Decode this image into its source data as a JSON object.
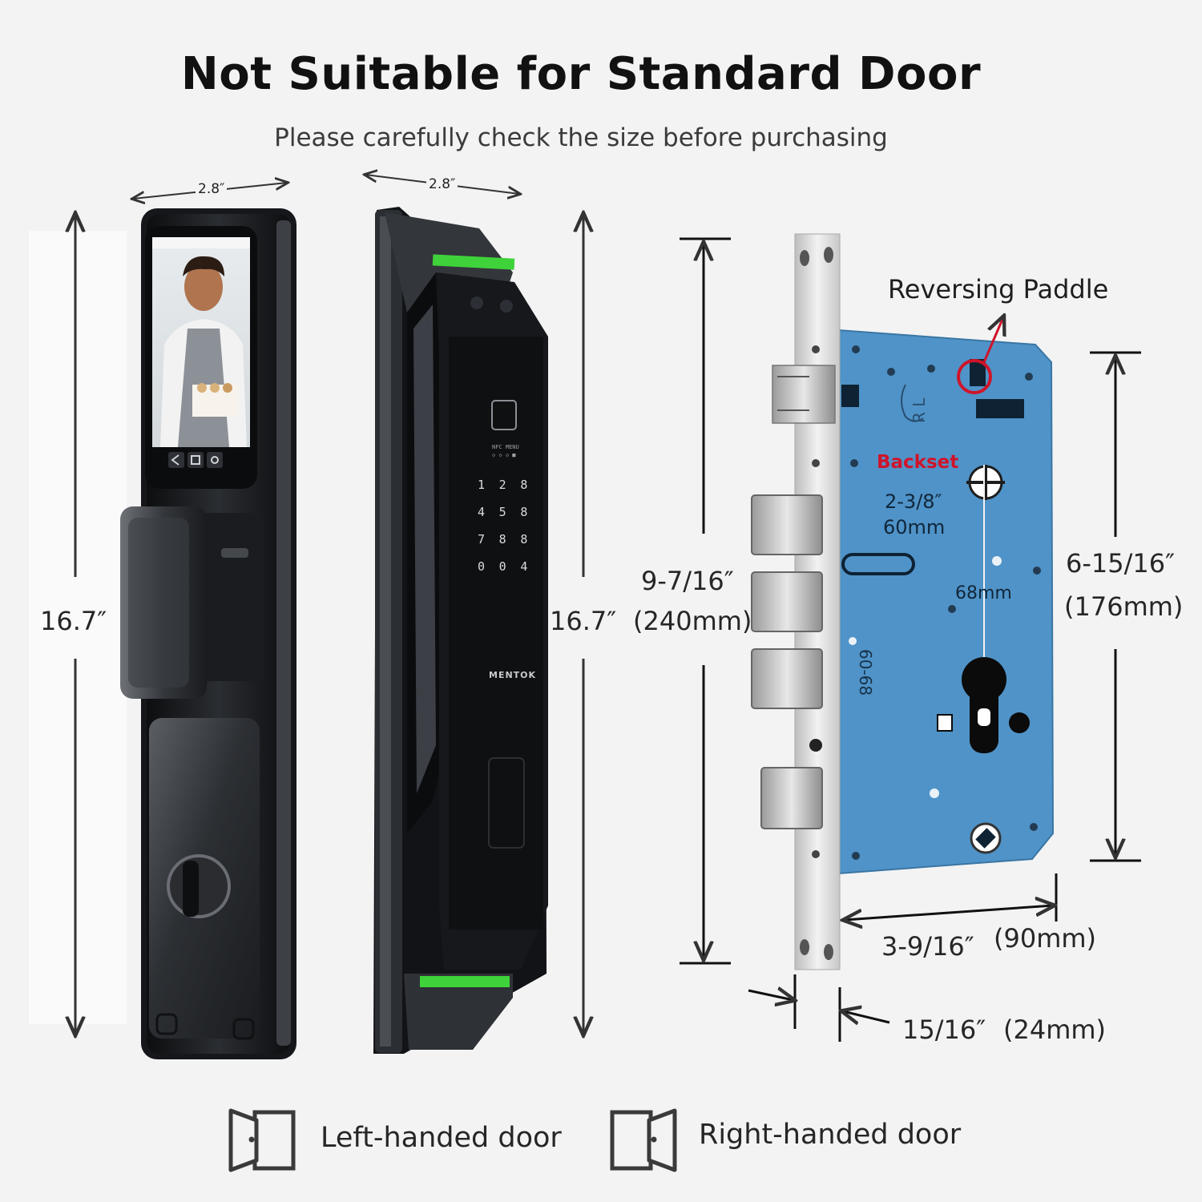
{
  "header": {
    "title": "Not Suitable for Standard Door",
    "subtitle": "Please carefully check the size before purchasing"
  },
  "front_view": {
    "width_label": "2.8″",
    "height_label": "16.7″",
    "screen_icons": [
      "arrow-left-icon",
      "home-icon",
      "settings-icon"
    ]
  },
  "side_view": {
    "width_label": "2.8″",
    "height_label": "16.7″",
    "brand": "MENTOK",
    "keypad": [
      "1",
      "2",
      "8",
      "4",
      "5",
      "8",
      "7",
      "8",
      "8",
      "0",
      "0",
      "4"
    ]
  },
  "mortise": {
    "callout": "Reversing Paddle",
    "backset_label": "Backset",
    "backset_value": "2-3/8″",
    "backset_metric": "60mm",
    "center_label": "68mm",
    "side_marking": "60-68",
    "faceplate_height": "9-7/16″",
    "faceplate_height_metric": "(240mm)",
    "case_height": "6-15/16″",
    "case_height_metric": "(176mm)",
    "case_depth": "3-9/16″",
    "case_depth_metric": "(90mm)",
    "faceplate_width": "15/16″",
    "faceplate_width_metric": "(24mm)"
  },
  "door_types": [
    {
      "label": "Left-handed door",
      "icon": "door-open-left-icon"
    },
    {
      "label": "Right-handed door",
      "icon": "door-open-right-icon"
    }
  ],
  "colors": {
    "lock_body": "#1d1f22",
    "indicator_green": "#3fd23a",
    "case_blue": "#4f93c8",
    "faceplate_steel": "#d9d9d9",
    "callout_red": "#d0142a"
  }
}
